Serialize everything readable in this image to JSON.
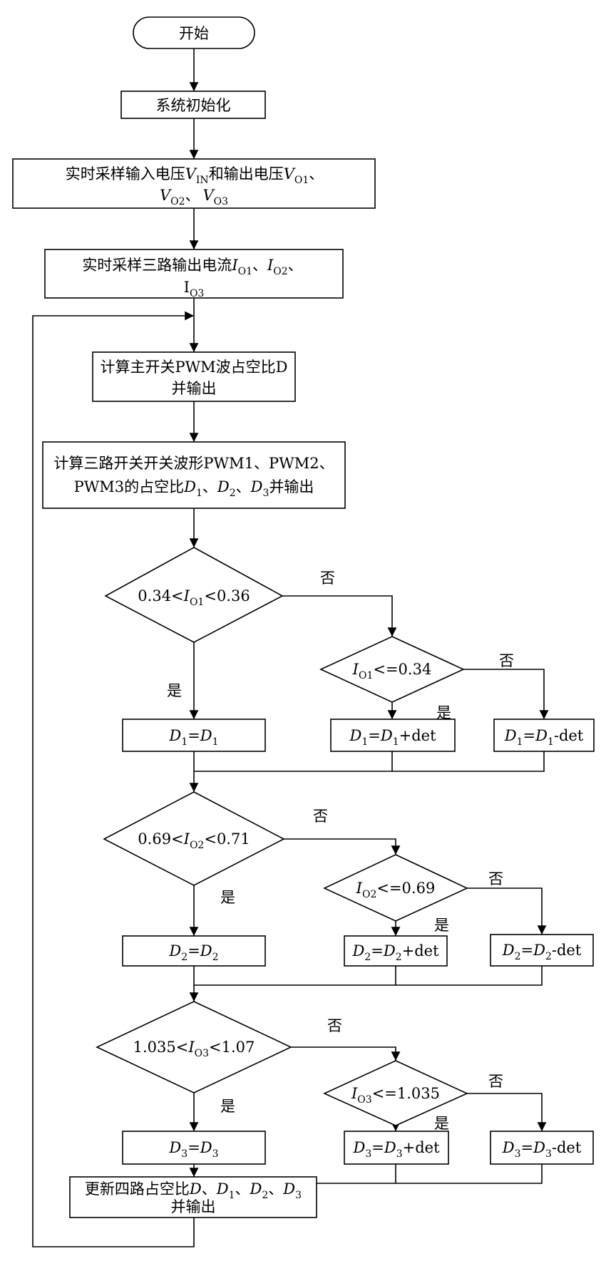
{
  "nodes": {
    "start": "开始",
    "init": "系统初始化",
    "sample_v": {
      "line1": "实时采样输入电压",
      "v": "V",
      "v_sub": "IN",
      "mid": "和输出电压",
      "o1_sub": "O1",
      "o2_sub": "O2",
      "o3_sub": "O3",
      "sep": "、"
    },
    "sample_i": {
      "prefix": "实时采样三路输出电流",
      "i": "I",
      "i3_plain": "I",
      "o1_sub": "O1",
      "o2_sub": "O2",
      "o3_sub": "O3",
      "sep": "、"
    },
    "calc_main": {
      "line1": "计算主开关PWM波占空比D",
      "line2": "并输出"
    },
    "calc_three": {
      "line1": "计算三路开关开关波形PWM1、PWM2、",
      "line2_prefix": "PWM3的占空比",
      "d": "D",
      "s1": "1",
      "s2": "2",
      "s3": "3",
      "sep": "、",
      "line2_suffix": "并输出"
    },
    "loop1": {
      "cond": {
        "low": "0.34<",
        "sub": "O1",
        "high": "<0.36"
      },
      "sub_cond": {
        "sub": "O1",
        "rest": "<=0.34"
      },
      "d_sub": "1"
    },
    "loop2": {
      "cond": {
        "low": "0.69<",
        "sub": "O2",
        "high": "<0.71"
      },
      "sub_cond": {
        "sub": "O2",
        "rest": "<=0.69"
      },
      "d_sub": "2"
    },
    "loop3": {
      "cond": {
        "low": "1.035<",
        "sub": "O3",
        "high": "<1.07"
      },
      "sub_cond": {
        "sub": "O3",
        "rest": "<=1.035"
      },
      "d_sub": "3"
    },
    "update": {
      "prefix": "更新四路占空比",
      "d": "D",
      "sep": "、",
      "line2": "并输出"
    }
  },
  "symbols": {
    "I": "I",
    "D": "D",
    "eq": "=",
    "plus_det": "+det",
    "minus_det": "-det"
  },
  "labels": {
    "yes": "是",
    "no": "否"
  }
}
